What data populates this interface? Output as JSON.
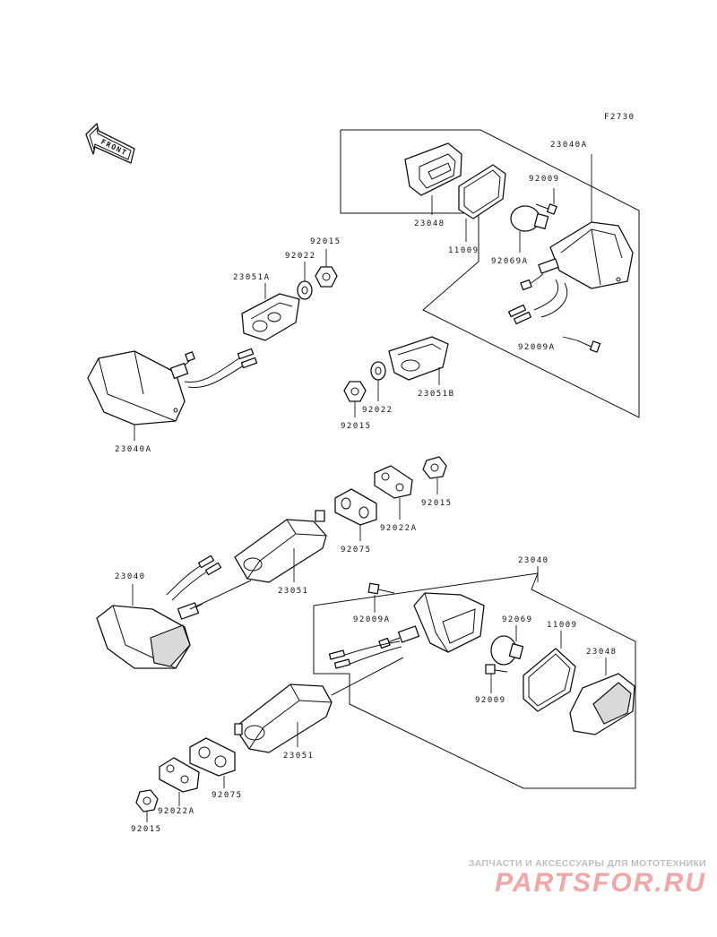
{
  "figure_code": "F2730",
  "front_label": "FRONT",
  "part_numbers": {
    "p23040A_top": "23040A",
    "p23048_top": "23048",
    "p11009_top": "11009",
    "p92009_top": "92009",
    "p92069A": "92069A",
    "p92009A_top": "92009A",
    "p92015_upper": "92015",
    "p92022_upper": "92022",
    "p23051A": "23051A",
    "p23040A_left": "23040A",
    "p92022_mid": "92022",
    "p92015_mid": "92015",
    "p23051B": "23051B",
    "p92015_right": "92015",
    "p92022A_right": "92022A",
    "p92075_mid": "92075",
    "p23051_mid": "23051",
    "p23040": "23040",
    "p23040D": "23040",
    "p92009A_low": "92009A",
    "p92069": "92069",
    "p11009_low": "11009",
    "p23048_low": "23048",
    "p92009_low": "92009",
    "p23051_low": "23051",
    "p92075_low": "92075",
    "p92022A_low": "92022A",
    "p92015_low": "92015"
  },
  "watermark": {
    "tagline": "ЗАПЧАСТИ И АКСЕССУАРЫ ДЛЯ МОТОТЕХНИКИ",
    "brand": "PARTSFOR.RU"
  }
}
